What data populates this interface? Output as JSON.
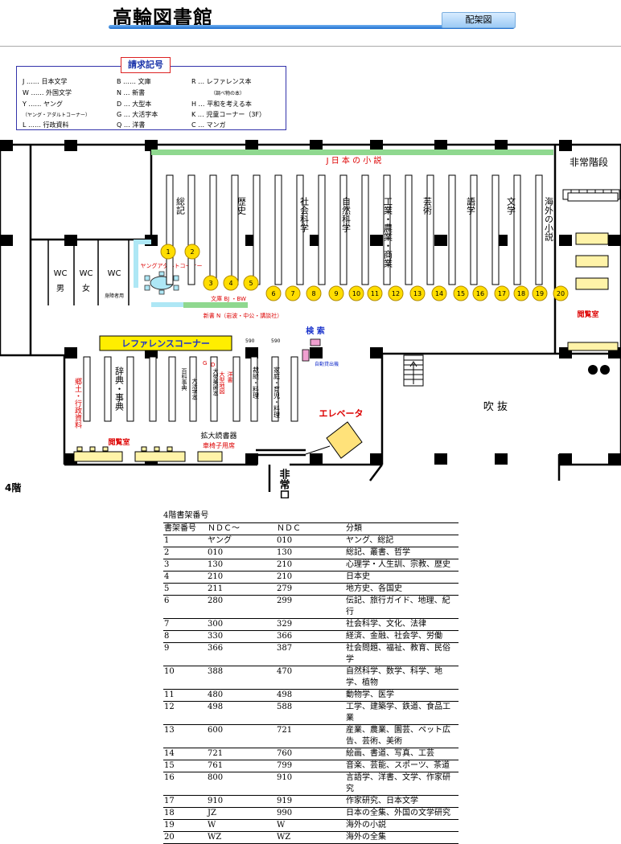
{
  "header": {
    "title": "高輪図書館",
    "tab_label": "配架図"
  },
  "legend": {
    "title": "請求記号",
    "col1": [
      "J ……  日本文学",
      "W …… 外国文学",
      "Y …… ヤング",
      "（ヤング・アダルトコーナー）",
      "L …… 行政資料"
    ],
    "col2": [
      "B …… 文庫",
      "N …  新書",
      "D …  大型本",
      "G …  大活字本",
      "Q …  洋書"
    ],
    "col3": [
      "R …  レファレンス本",
      "（調べ物の本）",
      "H …  平和を考える本",
      "K …  児童コーナー（3F）",
      "C …  マンガ"
    ]
  },
  "map": {
    "top_banner": "J  日  本  の  小  説",
    "emergency_stairs": "非常階段",
    "wc_male": "WC",
    "wc_male_sub": "男",
    "wc_female": "WC",
    "wc_female_sub": "女",
    "wc_accessible": "WC",
    "wc_accessible_sub": "身障者用",
    "young_adult_corner": "ヤングアダルトコーナー",
    "bunko_label": "文庫 BJ ・BW",
    "shinsho_label": "新書 N（岩波・中公・講談社）",
    "reading_room_right": "閲覧室",
    "reading_room_bottom": "閲覧室",
    "reference_corner": "レファレンスコーナー",
    "search": "検 索",
    "self_checkout": "自動貸出機",
    "elevator": "エレベータ",
    "atrium": "吹  抜",
    "emergency_exit": "非常口",
    "magnifier": "拡大読書器",
    "wheelchair_seat": "車椅子用席",
    "local_admin": "郷土・行政資料",
    "dictionary": "辞典・事典",
    "upper_shelves": [
      {
        "label": "総記",
        "color": "#000000"
      },
      {
        "label": "歴史",
        "color": "#000000"
      },
      {
        "label": "社会科学",
        "color": "#000000"
      },
      {
        "label": "自然科学",
        "color": "#000000"
      },
      {
        "label": "工業・農業・商業",
        "color": "#000000"
      },
      {
        "label": "芸術",
        "color": "#000000"
      },
      {
        "label": "語学",
        "color": "#000000"
      },
      {
        "label": "文学",
        "color": "#000000"
      },
      {
        "label": "海外の小説",
        "color": "#000000"
      }
    ],
    "lower_shelves": [
      {
        "label": "百科事典",
        "color": "#000000"
      },
      {
        "label": "大活字本",
        "color": "#000000"
      },
      {
        "label": "G",
        "color": "#dd0000"
      },
      {
        "label": "D",
        "color": "#dd0000"
      },
      {
        "label": "大型美術本",
        "color": "#000000"
      },
      {
        "label": "大型地図",
        "color": "#dd0000"
      },
      {
        "label": "洋書",
        "color": "#dd0000"
      },
      {
        "label": "590",
        "color": "#000000"
      },
      {
        "label": "裁縫・料理",
        "color": "#000000"
      },
      {
        "label": "590",
        "color": "#000000"
      },
      {
        "label": "家庭・育児・料理",
        "color": "#000000"
      }
    ],
    "shelf_numbers": [
      "1",
      "2",
      "3",
      "4",
      "5",
      "6",
      "7",
      "8",
      "9",
      "10",
      "11",
      "12",
      "13",
      "14",
      "15",
      "16",
      "17",
      "18",
      "19",
      "20"
    ],
    "accent_yellow": "#ffdd00",
    "accent_red": "#dd0000",
    "accent_green": "#8fd88f",
    "accent_blue": "#1a33cc"
  },
  "floor_label": "4階",
  "table": {
    "caption": "4階書架番号",
    "headers": [
      "書架番号",
      "ＮＤＣ～",
      "ＮＤＣ",
      "分類"
    ],
    "rows": [
      [
        "1",
        "ヤング",
        "010",
        "ヤング、総記"
      ],
      [
        "2",
        "010",
        "130",
        "総記、叢書、哲学"
      ],
      [
        "3",
        "130",
        "210",
        "心理学・人生訓、宗教、歴史"
      ],
      [
        "4",
        "210",
        "210",
        "日本史"
      ],
      [
        "5",
        "211",
        "279",
        "地方史、各国史"
      ],
      [
        "6",
        "280",
        "299",
        "伝記、旅行ガイド、地理、紀行"
      ],
      [
        "7",
        "300",
        "329",
        "社会科学、文化、法律"
      ],
      [
        "8",
        "330",
        "366",
        "経済、金融、社会学、労働"
      ],
      [
        "9",
        "366",
        "387",
        "社会問題、福祉、教育、民俗学"
      ],
      [
        "10",
        "388",
        "470",
        "自然科学、数学、科学、地学、植物"
      ],
      [
        "11",
        "480",
        "498",
        "動物学、医学"
      ],
      [
        "12",
        "498",
        "588",
        "工学、建築学、鉄道、食品工業"
      ],
      [
        "13",
        "600",
        "721",
        "産業、農業、園芸、ペット広告、芸術、美術"
      ],
      [
        "14",
        "721",
        "760",
        "絵画、書道、写真、工芸"
      ],
      [
        "15",
        "761",
        "799",
        "音楽、芸能、スポーツ、茶道"
      ],
      [
        "16",
        "800",
        "910",
        "言語学、洋書、文学、作家研究"
      ],
      [
        "17",
        "910",
        "919",
        "作家研究、日本文学"
      ],
      [
        "18",
        "JZ",
        "990",
        "日本の全集、外国の文学研究"
      ],
      [
        "19",
        "W",
        "W",
        "海外の小説"
      ],
      [
        "20",
        "WZ",
        "WZ",
        "海外の全集"
      ]
    ]
  }
}
